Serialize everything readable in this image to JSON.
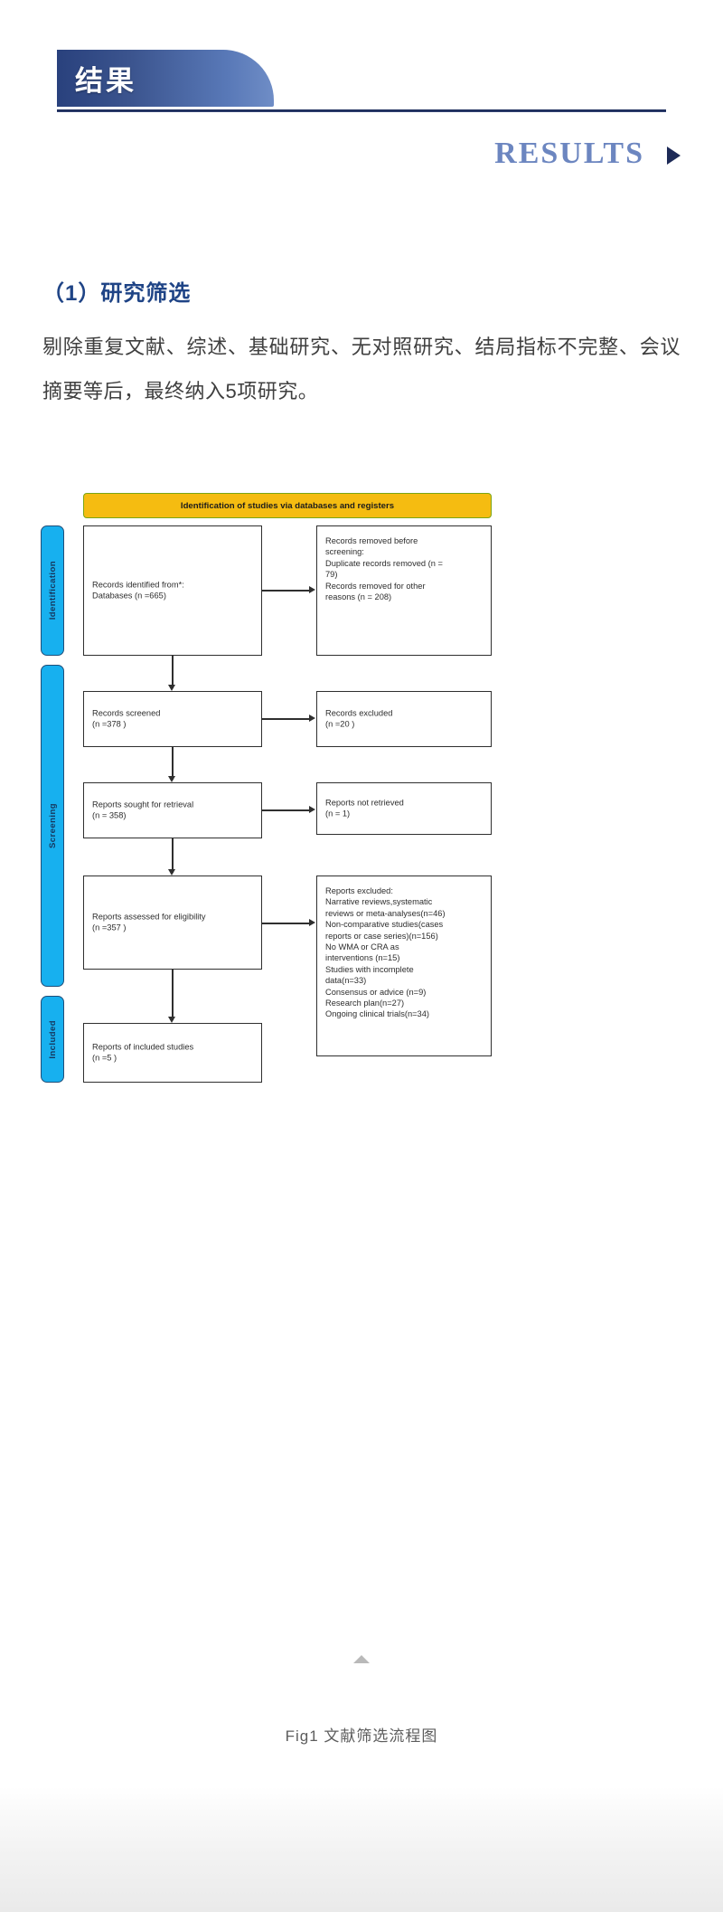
{
  "banner": {
    "title": "结果",
    "results_label": "RESULTS",
    "arrow_icon": "triangle-right-icon"
  },
  "content": {
    "section_heading": "（1）研究筛选",
    "paragraph": "剔除重复文献、综述、基础研究、无对照研究、结局指标不完整、会议摘要等后，最终纳入5项研究。"
  },
  "figure": {
    "header_bar": "Identification of studies via databases and registers",
    "sidebars": [
      {
        "label": "Identification"
      },
      {
        "label": "Screening"
      },
      {
        "label": "Included"
      }
    ],
    "boxes": {
      "identified": "Records identified from*:\nDatabases (n =665)",
      "removed_before_screening": "Records removed before\nscreening:\nDuplicate records removed  (n =\n79)\nRecords removed for other\nreasons (n = 208)",
      "screened": "Records screened\n(n =378 )",
      "records_excluded": "Records excluded\n(n =20 )",
      "sought": "Reports sought for retrieval\n(n = 358)",
      "not_retrieved": "Reports not retrieved\n(n = 1)",
      "assessed": "Reports assessed for eligibility\n(n =357 )",
      "reports_excluded": "Reports excluded:\n   Narrative reviews,systematic\n   reviews or meta-analyses(n=46)\n   Non-comparative studies(cases\n   reports or case series)(n=156)\n   No WMA or CRA as\n   interventions (n=15)\n   Studies with incomplete\n   data(n=33)\n   Consensus or advice (n=9)\n   Research plan(n=27)\n   Ongoing clinical trials(n=34)",
      "included": "Reports of included studies\n(n =5 )"
    },
    "caption": "Fig1 文献筛选流程图"
  },
  "colors": {
    "banner_dark": "#29417d",
    "banner_light": "#6f8dc6",
    "results_text": "#6c86c0",
    "heading_blue": "#1f4486",
    "header_bar_fill": "#f5bc11",
    "header_bar_border": "#7ba515",
    "sidebar_fill": "#17b0ef",
    "sidebar_border": "#1f4e79",
    "sidebar_text": "#17365d"
  },
  "chart_data": {
    "type": "diagram",
    "title": "PRISMA flow diagram",
    "stages": [
      {
        "stage": "Identification",
        "label": "Records identified from Databases",
        "n": 665
      },
      {
        "stage": "Identification",
        "label": "Duplicate records removed",
        "n": 79
      },
      {
        "stage": "Identification",
        "label": "Records removed for other reasons",
        "n": 208
      },
      {
        "stage": "Screening",
        "label": "Records screened",
        "n": 378
      },
      {
        "stage": "Screening",
        "label": "Records excluded",
        "n": 20
      },
      {
        "stage": "Screening",
        "label": "Reports sought for retrieval",
        "n": 358
      },
      {
        "stage": "Screening",
        "label": "Reports not retrieved",
        "n": 1
      },
      {
        "stage": "Screening",
        "label": "Reports assessed for eligibility",
        "n": 357
      },
      {
        "stage": "Screening",
        "label": "Narrative reviews, systematic reviews or meta-analyses",
        "n": 46
      },
      {
        "stage": "Screening",
        "label": "Non-comparative studies (cases reports or case series)",
        "n": 156
      },
      {
        "stage": "Screening",
        "label": "No WMA or CRA as interventions",
        "n": 15
      },
      {
        "stage": "Screening",
        "label": "Studies with incomplete data",
        "n": 33
      },
      {
        "stage": "Screening",
        "label": "Consensus or advice",
        "n": 9
      },
      {
        "stage": "Screening",
        "label": "Research plan",
        "n": 27
      },
      {
        "stage": "Screening",
        "label": "Ongoing clinical trials",
        "n": 34
      },
      {
        "stage": "Included",
        "label": "Reports of included studies",
        "n": 5
      }
    ]
  }
}
